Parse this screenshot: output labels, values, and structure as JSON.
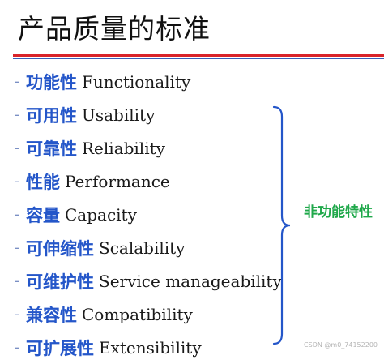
{
  "slide": {
    "title": "产品质量的标准",
    "bullet_marker": "-",
    "items": [
      {
        "zh": "功能性",
        "en": "Functionality"
      },
      {
        "zh": "可用性",
        "en": "Usability"
      },
      {
        "zh": "可靠性",
        "en": "Reliability"
      },
      {
        "zh": "性能",
        "en": "Performance"
      },
      {
        "zh": "容量",
        "en": "Capacity"
      },
      {
        "zh": "可伸缩性",
        "en": "Scalability"
      },
      {
        "zh": "可维护性",
        "en": "Service manageability"
      },
      {
        "zh": "兼容性",
        "en": "Compatibility"
      },
      {
        "zh": "可扩展性",
        "en": "Extensibility"
      }
    ],
    "brace_label": "非功能特性",
    "watermark": "CSDN @m0_74152200"
  },
  "colors": {
    "rule_red": "#d9242a",
    "rule_blue": "#3a5fb8",
    "term_zh": "#2456c9",
    "brace": "#2456c9",
    "brace_label": "#1fa84a"
  }
}
